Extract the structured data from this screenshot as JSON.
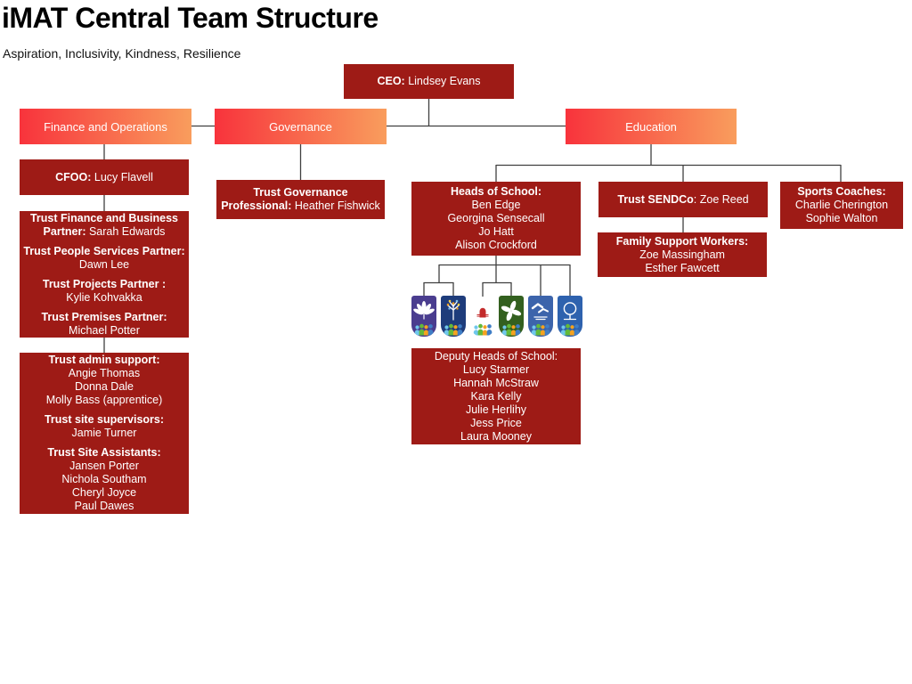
{
  "header": {
    "title": "iMAT Central Team Structure",
    "subtitle": "Aspiration, Inclusivity, Kindness, Resilience"
  },
  "colors": {
    "box_red": "#9E1B16",
    "grad_left": "#F8333C",
    "grad_right": "#F99D5D",
    "line": "#404040"
  },
  "org": {
    "ceo": {
      "role": "CEO:",
      "name": "Lindsey Evans"
    },
    "departments": [
      {
        "label": "Finance and Operations"
      },
      {
        "label": "Governance"
      },
      {
        "label": "Education"
      }
    ],
    "cfoo": {
      "role": "CFOO:",
      "name": "Lucy Flavell"
    },
    "finance_partners": [
      {
        "role_l1": "Trust Finance and Business",
        "role_l2": "Partner:",
        "name": "Sarah Edwards"
      },
      {
        "role_l1": "Trust People Services Partner:",
        "name": "Dawn Lee"
      },
      {
        "role_l1": "Trust Projects Partner :",
        "name": "Kylie Kohvakka"
      },
      {
        "role_l1": "Trust Premises Partner:",
        "name": "Michael Potter"
      }
    ],
    "trust_support": [
      {
        "role": "Trust admin support:",
        "names": [
          "Angie Thomas",
          "Donna Dale",
          "Molly Bass (apprentice)"
        ]
      },
      {
        "role": "Trust site supervisors:",
        "names": [
          "Jamie Turner"
        ]
      },
      {
        "role": "Trust Site Assistants:",
        "names": [
          "Jansen Porter",
          "Nichola Southam",
          "Cheryl Joyce",
          "Paul Dawes"
        ]
      }
    ],
    "governance_professional": {
      "role_l1": "Trust Governance",
      "role_l2": "Professional:",
      "name": "Heather Fishwick"
    },
    "heads_of_school": {
      "role": "Heads of School:",
      "names": [
        "Ben Edge",
        "Georgina Sensecall",
        "Jo Hatt",
        "Alison Crockford"
      ]
    },
    "trust_sendco": {
      "role": "Trust SENDCo",
      "name": ": Zoe Reed"
    },
    "sports_coaches": {
      "role": "Sports Coaches:",
      "names": [
        "Charlie Cherington",
        "Sophie Walton"
      ]
    },
    "family_support": {
      "role": "Family Support Workers:",
      "names": [
        "Zoe Massingham",
        "Esther Fawcett"
      ]
    },
    "deputy_heads": {
      "role": "Deputy Heads of School:",
      "names": [
        "Lucy Starmer",
        "Hannah McStraw",
        "Kara Kelly",
        "Julie Herlihy",
        "Jess Price",
        "Laura Mooney"
      ]
    },
    "schools": [
      {
        "id": "chestnut-leaf",
        "color": "#4A3D8F"
      },
      {
        "id": "fruit-tree",
        "color": "#1E3C7B"
      },
      {
        "id": "tunnel-arch",
        "color": "#C32B2B"
      },
      {
        "id": "leaf-cluster",
        "color": "#33601F"
      },
      {
        "id": "flying-swans",
        "color": "#3C64AB"
      },
      {
        "id": "oak-tree",
        "color": "#2E62AE"
      }
    ]
  }
}
